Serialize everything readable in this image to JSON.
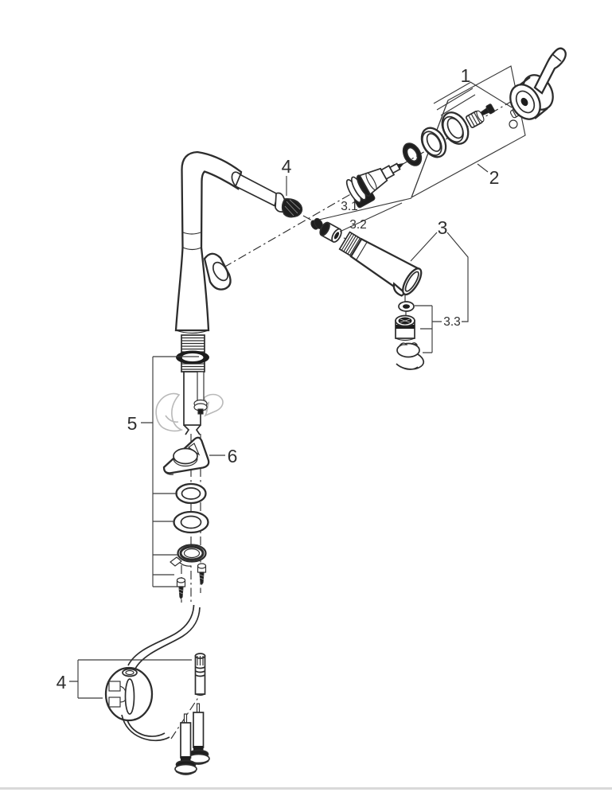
{
  "diagram": {
    "type": "exploded-parts-diagram",
    "subject": "single-lever kitchen faucet with pull-out spray",
    "background_color": "#ffffff",
    "line_color": "#2d2d2d",
    "phantom_color": "#b9b9b9",
    "divider_color": "#d9d9d9"
  },
  "callouts": {
    "handle_assembly": "1",
    "cartridge_kit": "2",
    "spray_head": "3",
    "spray_head_seal": "3.1",
    "spray_head_adapter": "3.2",
    "mousseur_kit": "3.3",
    "spout_coupling": "4",
    "hose_weight_set": "4",
    "fixing_set": "5",
    "stabilising_plate": "6"
  }
}
